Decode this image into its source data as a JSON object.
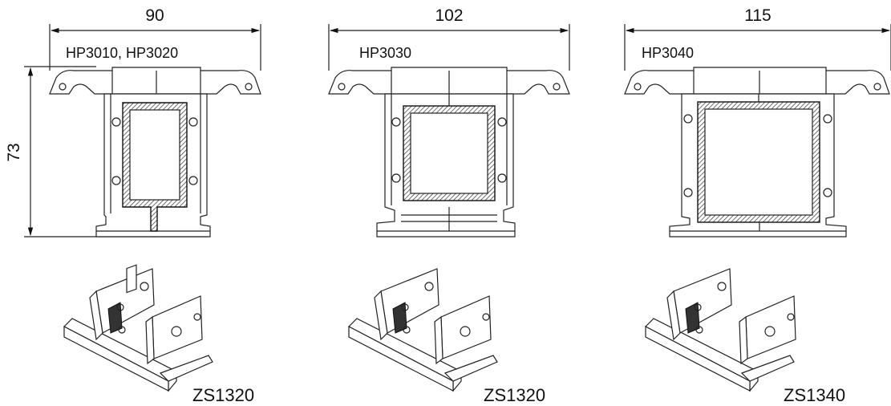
{
  "profiles": [
    {
      "width_label": "90",
      "model_label": "HP3010, HP3020",
      "connector_label": "ZS1320"
    },
    {
      "width_label": "102",
      "model_label": "HP3030",
      "connector_label": "ZS1320"
    },
    {
      "width_label": "115",
      "model_label": "HP3040",
      "connector_label": "ZS1340"
    }
  ],
  "height_label": "73"
}
